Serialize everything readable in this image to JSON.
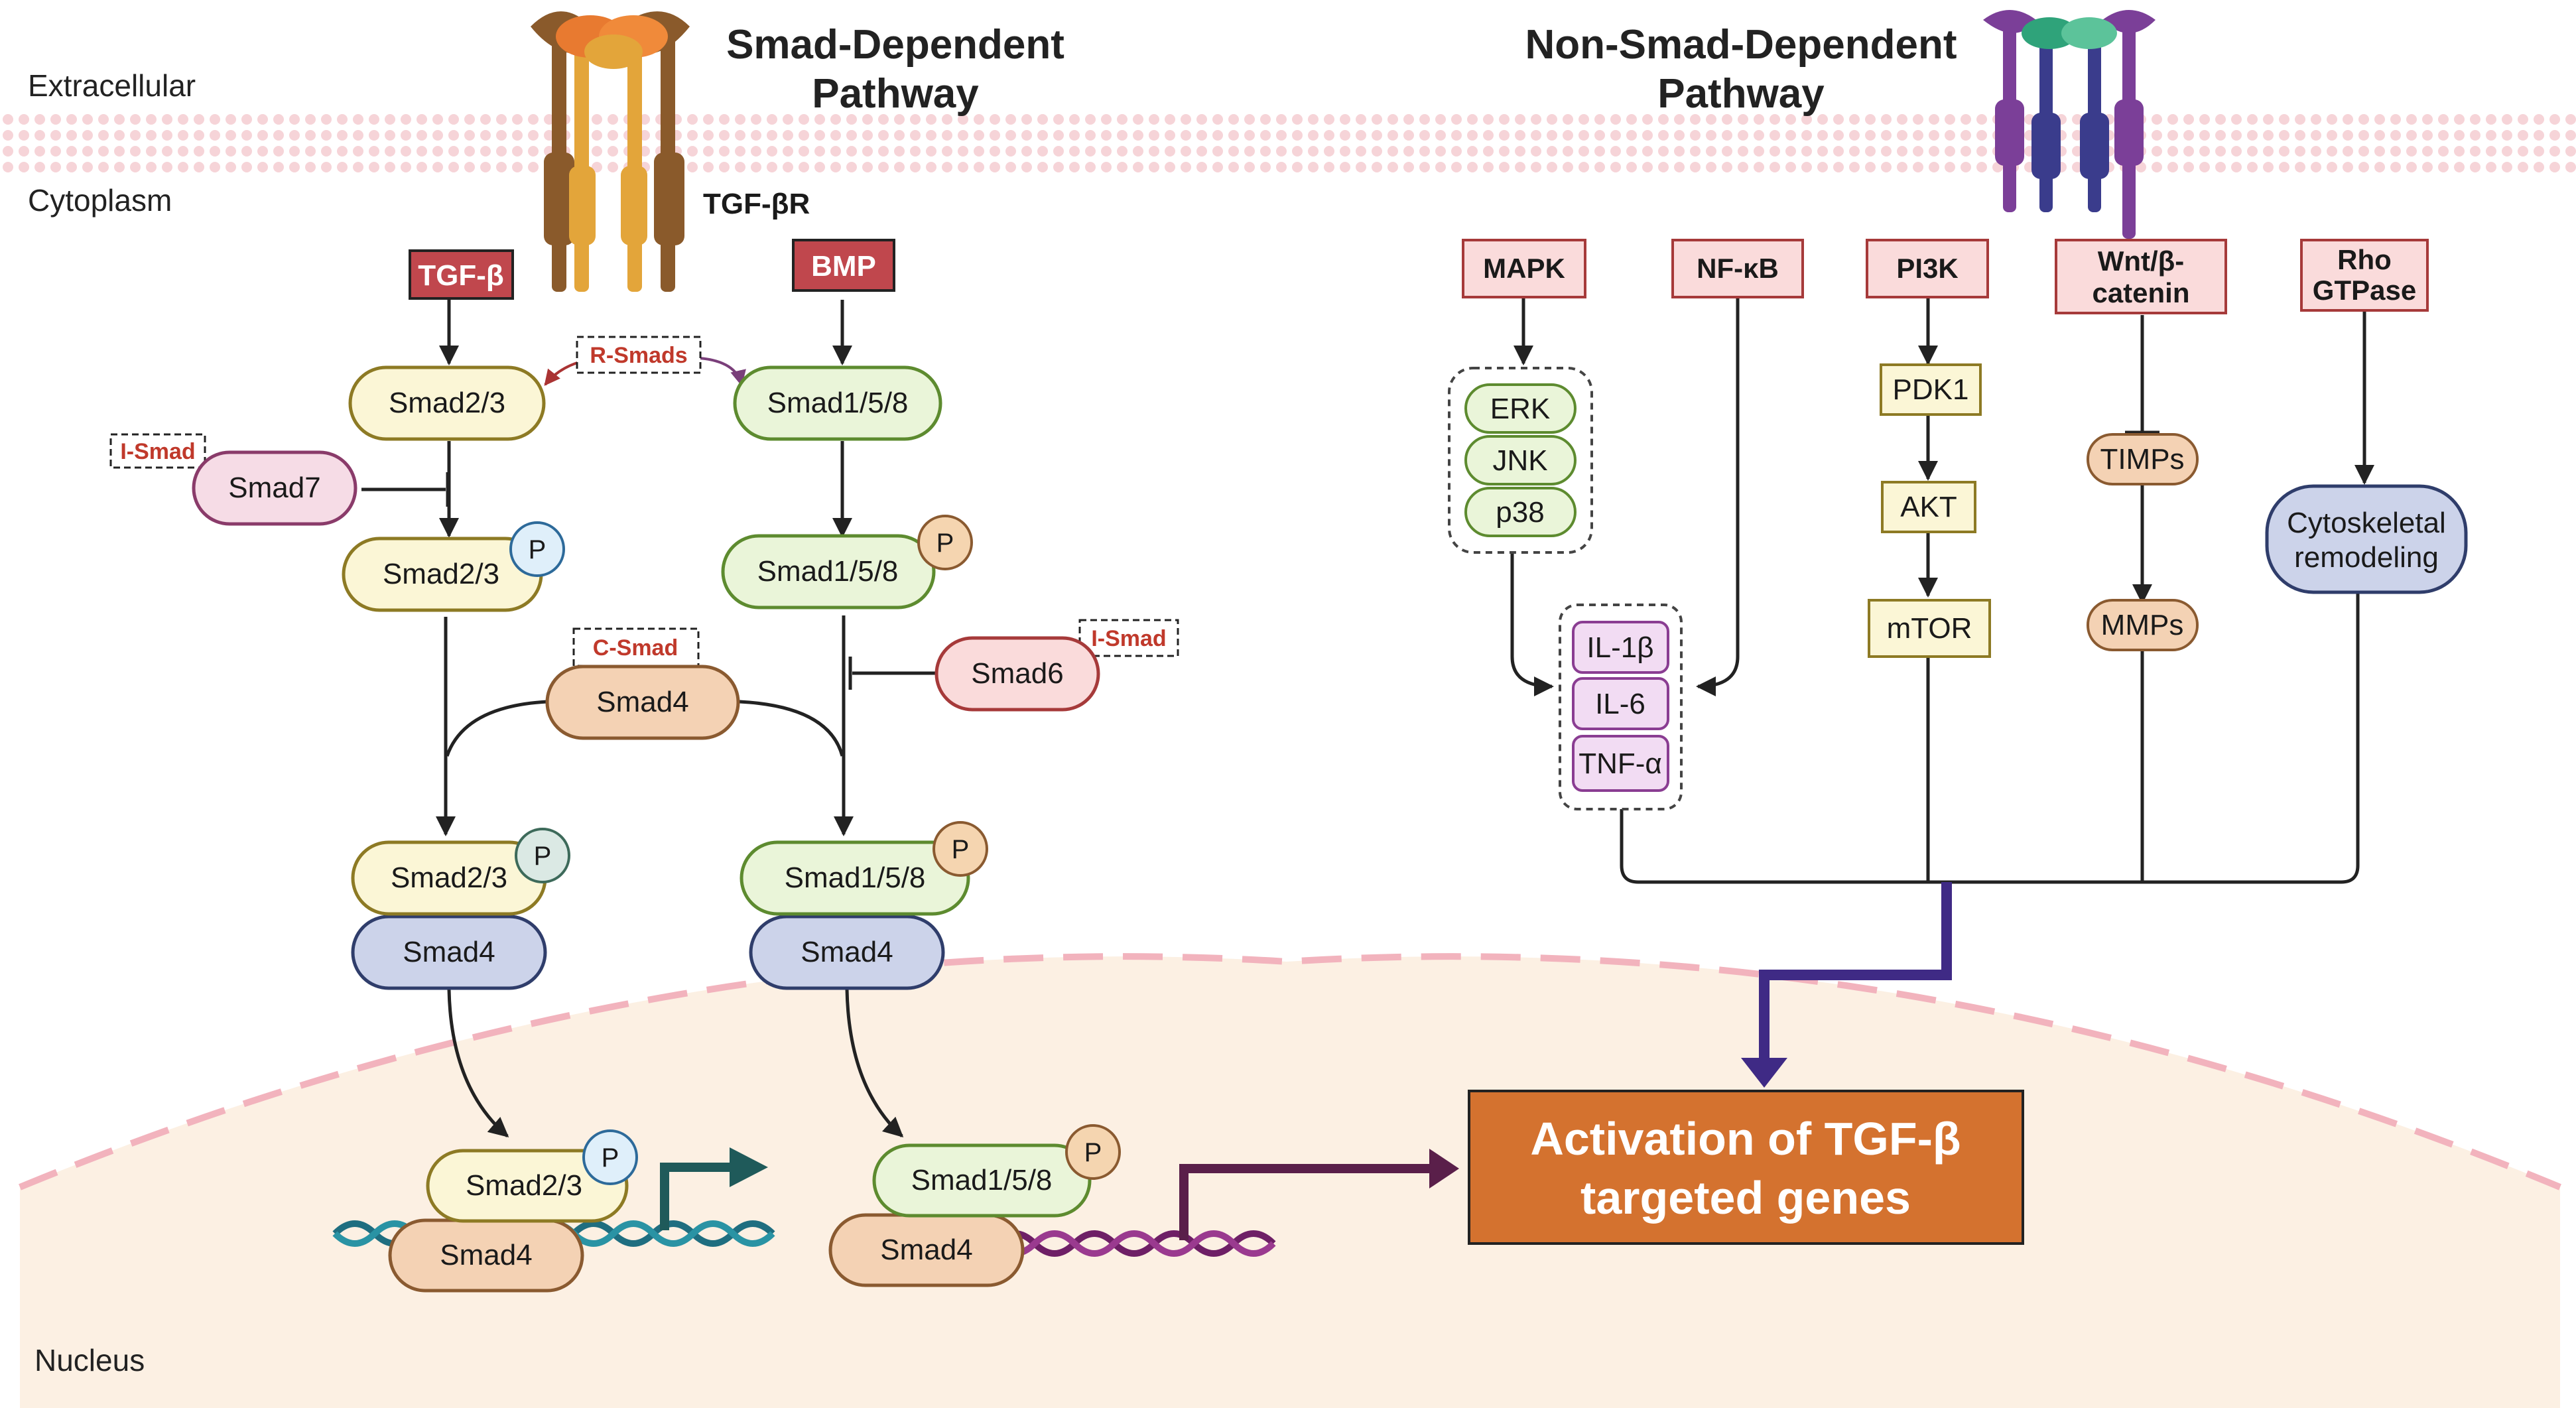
{
  "regions": {
    "extracellular": "Extracellular",
    "cytoplasm": "Cytoplasm",
    "nucleus": "Nucleus"
  },
  "titles": {
    "smad_line1": "Smad-Dependent",
    "smad_line2": "Pathway",
    "nonsmad_line1": "Non-Smad-Dependent",
    "nonsmad_line2": "Pathway"
  },
  "receptor_label": "TGF-βR",
  "ligands": {
    "tgfb": "TGF-β",
    "bmp": "BMP"
  },
  "tags": {
    "rsmads": "R-Smads",
    "ismad_left": "I-Smad",
    "csmad": "C-Smad",
    "ismad_right": "I-Smad"
  },
  "smad_nodes": {
    "smad23_top": "Smad2/3",
    "smad158_top": "Smad1/5/8",
    "smad7": "Smad7",
    "smad23_p": "Smad2/3",
    "smad158_p": "Smad1/5/8",
    "smad6": "Smad6",
    "smad4_c": "Smad4",
    "smad23_complex": "Smad2/3",
    "smad4_left": "Smad4",
    "smad158_complex": "Smad1/5/8",
    "smad4_right": "Smad4",
    "smad23_nuc": "Smad2/3",
    "smad4_nuc_left": "Smad4",
    "smad158_nuc": "Smad1/5/8",
    "smad4_nuc_right": "Smad4"
  },
  "phospho": "P",
  "nonsmad": {
    "mapk": "MAPK",
    "nfkb": "NF-κB",
    "pi3k": "PI3K",
    "wnt_line1": "Wnt/β-",
    "wnt_line2": "catenin",
    "rho_line1": "Rho",
    "rho_line2": "GTPase",
    "erk": "ERK",
    "jnk": "JNK",
    "p38": "p38",
    "il1b": "IL-1β",
    "il6": "IL-6",
    "tnfa": "TNF-α",
    "pdk1": "PDK1",
    "akt": "AKT",
    "mtor": "mTOR",
    "timps": "TIMPs",
    "mmps": "MMPs",
    "cyto_line1": "Cytoskeletal",
    "cyto_line2": "remodeling"
  },
  "output": {
    "line1": "Activation of TGF-β",
    "line2": "targeted genes"
  },
  "colors": {
    "ligand_fill": "#c0474d",
    "tag_red": "#c0392b",
    "yellow_fill": "#fbf6d6",
    "yellow_stroke": "#8d7a24",
    "green_fill": "#eaf5d9",
    "green_stroke": "#5d8b2f",
    "blue_fill": "#ccd3ea",
    "blue_stroke": "#2f3d6b",
    "pink_fill": "#f6dce6",
    "pink_stroke": "#8a3b6a",
    "red_pink_fill": "#fadbdb",
    "red_pink_stroke": "#a63a3a",
    "tan_fill": "#f4d2b4",
    "tan_stroke": "#8a5a30",
    "purple_fill": "#f2dcf3",
    "purple_stroke": "#8a3d92",
    "output_fill": "#d4722f",
    "nucleus_fill": "#fcf0e3",
    "membrane": "#f6d4d8",
    "pathway_arrow": "#3f2a85"
  }
}
